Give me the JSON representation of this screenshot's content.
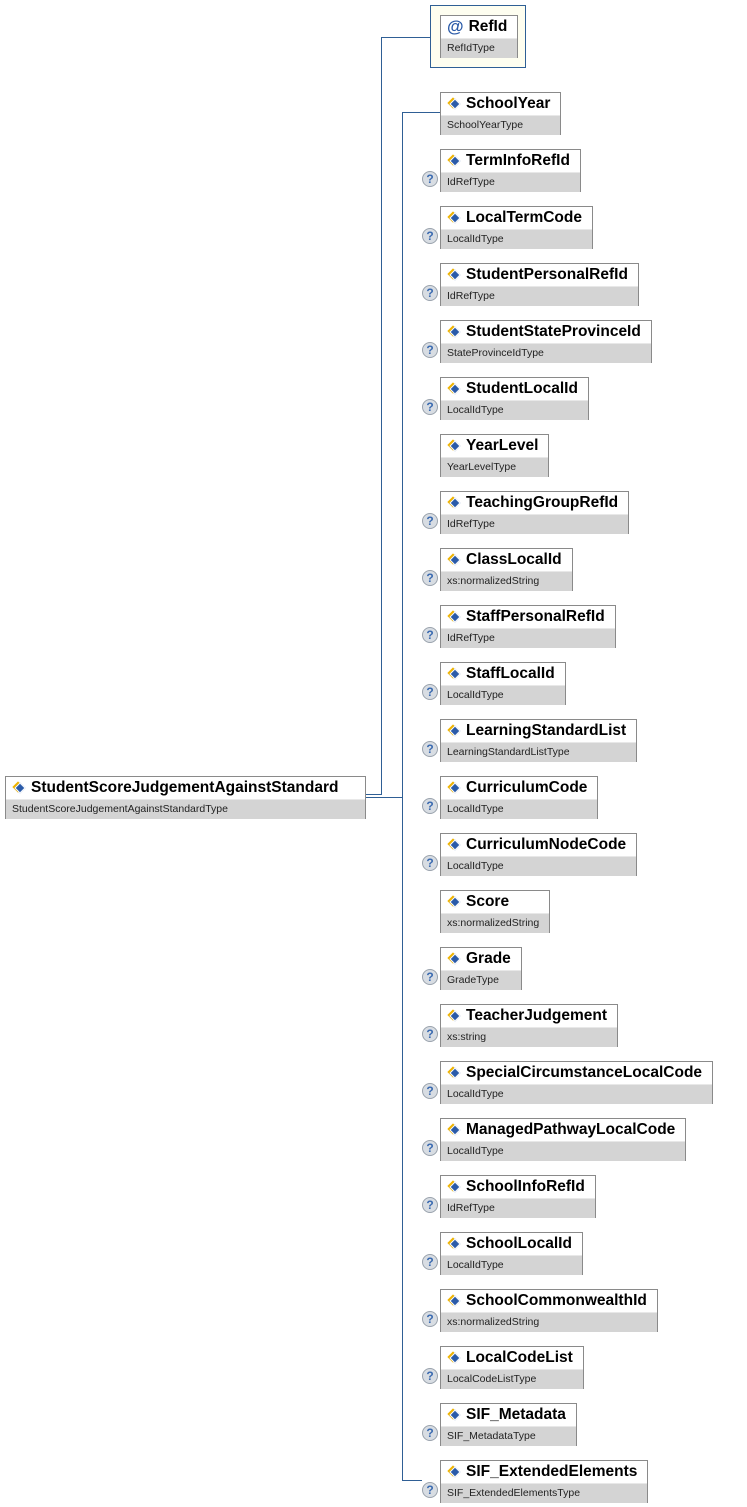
{
  "root": {
    "name": "StudentScoreJudgementAgainstStandard",
    "type": "StudentScoreJudgementAgainstStandardType"
  },
  "attribute": {
    "name": "RefId",
    "type": "RefIdType",
    "icon": "at-sign-icon"
  },
  "optional_marker": "?",
  "children": [
    {
      "name": "SchoolYear",
      "type": "SchoolYearType",
      "optional": false
    },
    {
      "name": "TermInfoRefId",
      "type": "IdRefType",
      "optional": true
    },
    {
      "name": "LocalTermCode",
      "type": "LocalIdType",
      "optional": true
    },
    {
      "name": "StudentPersonalRefId",
      "type": "IdRefType",
      "optional": true
    },
    {
      "name": "StudentStateProvinceId",
      "type": "StateProvinceIdType",
      "optional": true
    },
    {
      "name": "StudentLocalId",
      "type": "LocalIdType",
      "optional": true
    },
    {
      "name": "YearLevel",
      "type": "YearLevelType",
      "optional": false
    },
    {
      "name": "TeachingGroupRefId",
      "type": "IdRefType",
      "optional": true
    },
    {
      "name": "ClassLocalId",
      "type": "xs:normalizedString",
      "optional": true
    },
    {
      "name": "StaffPersonalRefId",
      "type": "IdRefType",
      "optional": true
    },
    {
      "name": "StaffLocalId",
      "type": "LocalIdType",
      "optional": true
    },
    {
      "name": "LearningStandardList",
      "type": "LearningStandardListType",
      "optional": true
    },
    {
      "name": "CurriculumCode",
      "type": "LocalIdType",
      "optional": true
    },
    {
      "name": "CurriculumNodeCode",
      "type": "LocalIdType",
      "optional": true
    },
    {
      "name": "Score",
      "type": "xs:normalizedString",
      "optional": false
    },
    {
      "name": "Grade",
      "type": "GradeType",
      "optional": true
    },
    {
      "name": "TeacherJudgement",
      "type": "xs:string",
      "optional": true
    },
    {
      "name": "SpecialCircumstanceLocalCode",
      "type": "LocalIdType",
      "optional": true
    },
    {
      "name": "ManagedPathwayLocalCode",
      "type": "LocalIdType",
      "optional": true
    },
    {
      "name": "SchoolInfoRefId",
      "type": "IdRefType",
      "optional": true
    },
    {
      "name": "SchoolLocalId",
      "type": "LocalIdType",
      "optional": true
    },
    {
      "name": "SchoolCommonwealthId",
      "type": "xs:normalizedString",
      "optional": true
    },
    {
      "name": "LocalCodeList",
      "type": "LocalCodeListType",
      "optional": true
    },
    {
      "name": "SIF_Metadata",
      "type": "SIF_MetadataType",
      "optional": true
    },
    {
      "name": "SIF_ExtendedElements",
      "type": "SIF_ExtendedElementsType",
      "optional": true
    }
  ],
  "colors": {
    "connector": "#2f5f95",
    "attribute_bg": "#fefef0",
    "type_row": "#d4d4d4"
  }
}
